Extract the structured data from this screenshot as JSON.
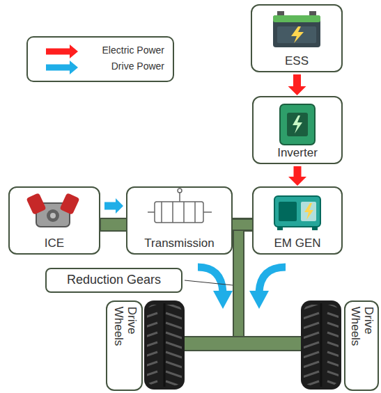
{
  "diagram": {
    "nodes": [
      {
        "text": [
          "ESS"
        ]
      },
      {
        "text": [
          "Inverter"
        ]
      },
      {
        "text": [
          "ICE"
        ]
      },
      {
        "text": [
          "Transmission"
        ]
      },
      {
        "text": [
          "EM GEN"
        ]
      },
      {
        "text": [
          "Reduction Gears"
        ]
      },
      {
        "text": [
          "Drive Wheels"
        ]
      },
      {
        "text": [
          "Drive Wheels"
        ]
      }
    ],
    "edges": [
      {
        "from": 0,
        "to": 1,
        "arrow": "to"
      },
      {
        "from": 1,
        "to": 4,
        "arrow": "to"
      },
      {
        "from": 2,
        "to": 3,
        "arrow": "to"
      },
      {
        "from": 3,
        "to": 4,
        "arrow": "none"
      }
    ],
    "legend": [
      {
        "text": "Electric Power",
        "color": "#ff1f1f"
      },
      {
        "text": "Drive Power",
        "color": "#1faee8"
      }
    ]
  }
}
